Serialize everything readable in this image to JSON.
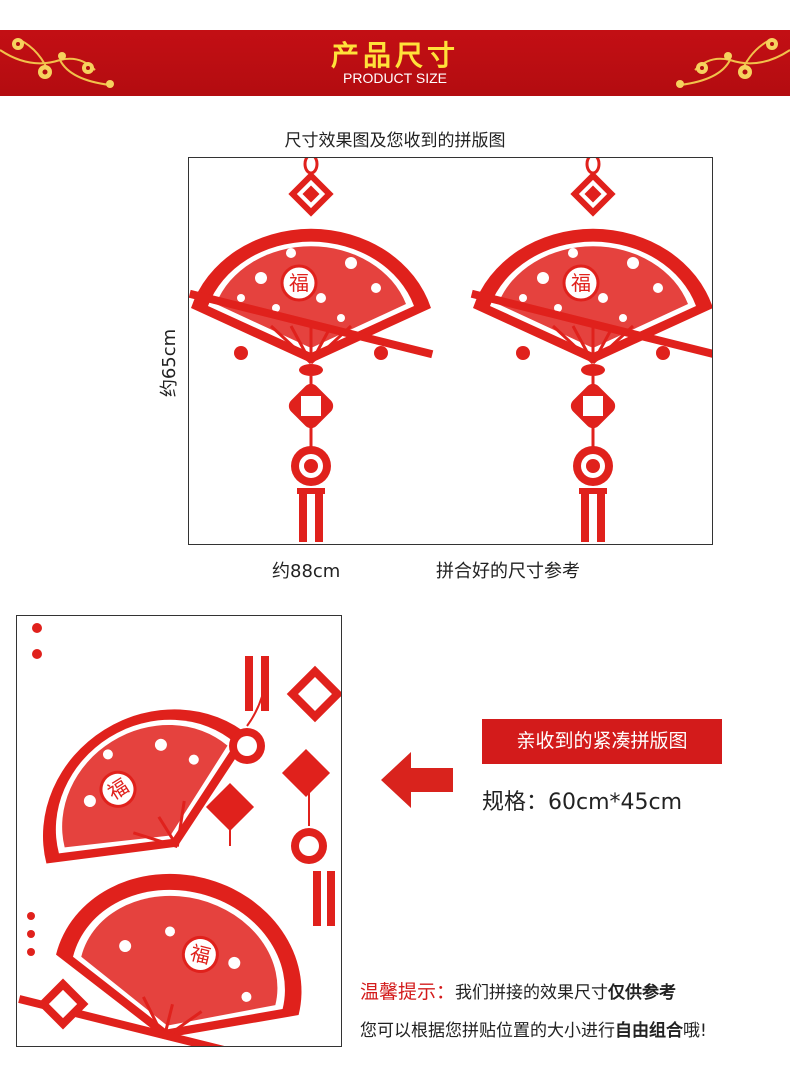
{
  "banner": {
    "title": "产品尺寸",
    "subtitle": "PRODUCT SIZE"
  },
  "size_section": {
    "caption": "尺寸效果图及您收到的拼版图",
    "height_label": "约65cm",
    "width_label": "约88cm",
    "assembled_label": "拼合好的尺寸参考",
    "fan_character": "福"
  },
  "layout_section": {
    "tag_label": "亲收到的紧凑拼版图",
    "spec_text": "规格：60cm*45cm"
  },
  "notes": {
    "prefix": "温馨提示：",
    "line1_text": "我们拼接的效果尺寸",
    "line1_bold": "仅供参考",
    "line2_text": "您可以根据您拼贴位置的大小进行",
    "line2_bold": "自由组合",
    "line2_suffix": "哦!"
  },
  "colors": {
    "banner_red": "#c30f14",
    "title_yellow": "#ffe23a",
    "accent_red": "#d31b1b",
    "paper_cut_red": "#e0211c"
  }
}
